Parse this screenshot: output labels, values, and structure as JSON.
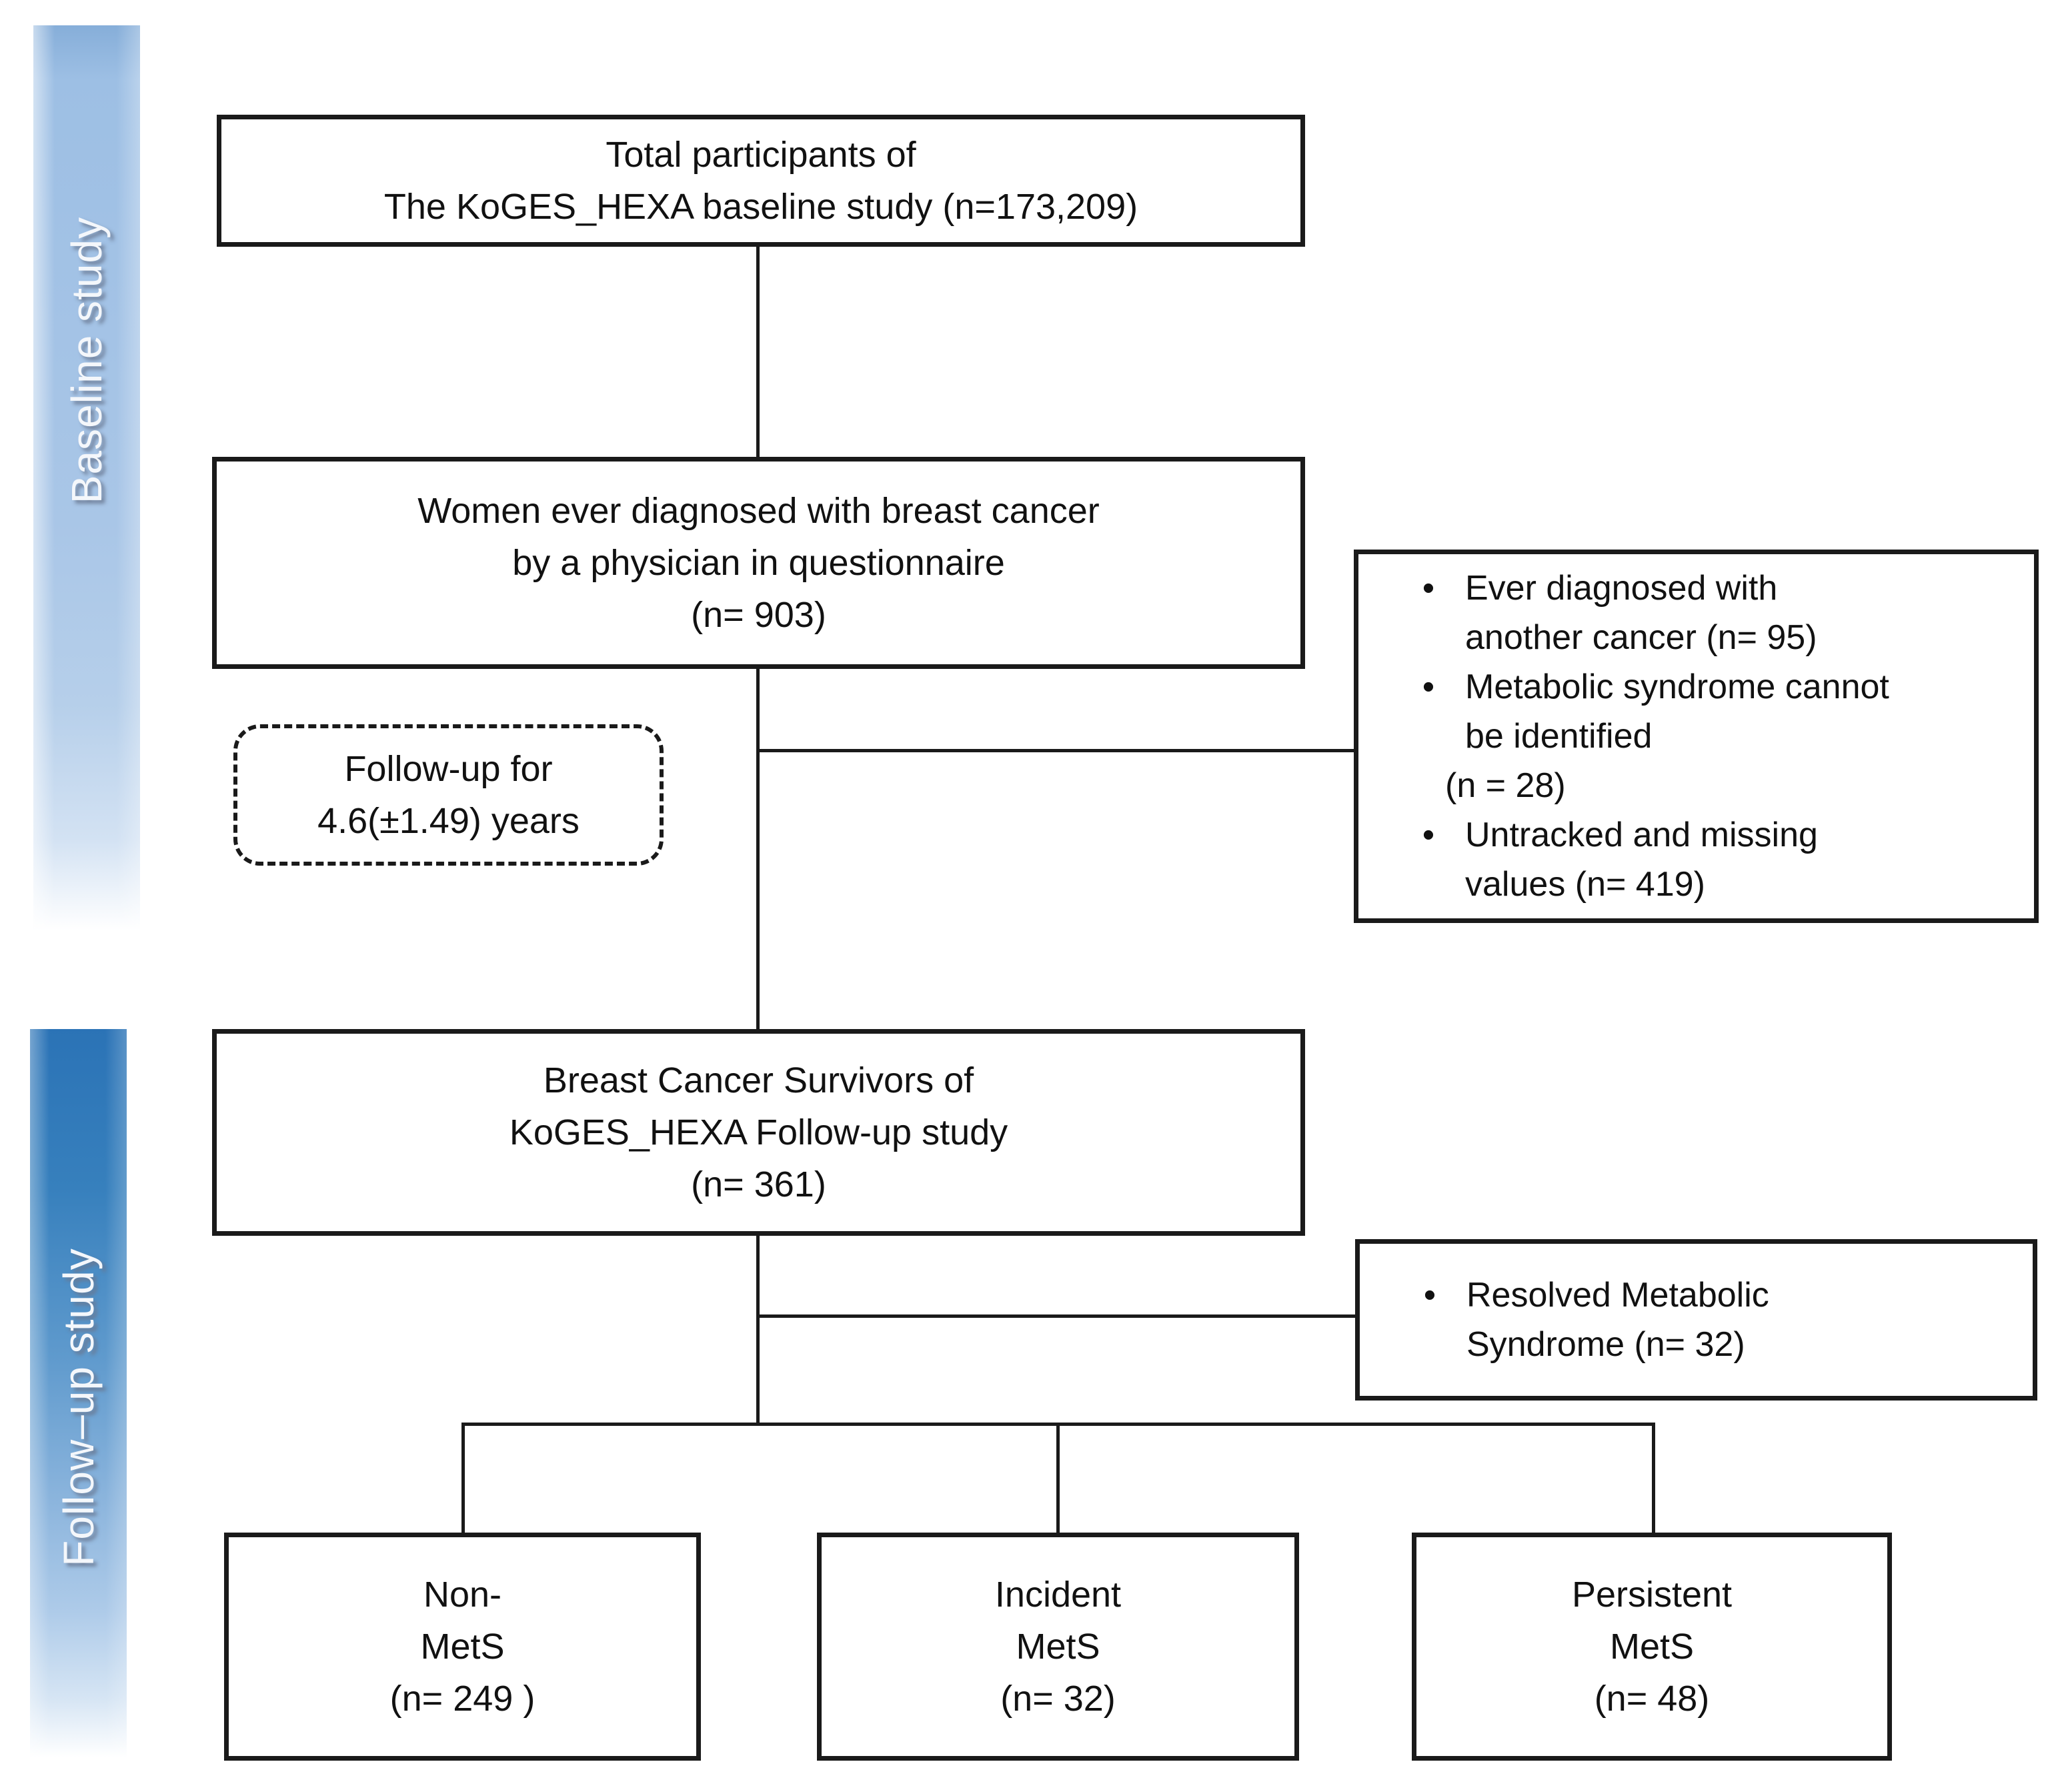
{
  "sidebar": {
    "baseline_label": "Baseline study",
    "followup_label": "Follow–up study"
  },
  "flow": {
    "total_box": {
      "line1": "Total participants of",
      "line2": "The KoGES_HEXA baseline study (n=173,209)"
    },
    "women_box": {
      "line1": "Women ever diagnosed with breast cancer",
      "line2": "by a physician in questionnaire",
      "line3": "(n= 903)"
    },
    "followup_duration_box": {
      "line1": "Follow-up for",
      "line2": "4.6(±1.49) years"
    },
    "survivors_box": {
      "line1": "Breast Cancer Survivors of",
      "line2": "KoGES_HEXA Follow-up study",
      "line3": "(n= 361)"
    },
    "outcome_boxes": [
      {
        "line1": "Non-",
        "line2": "MetS",
        "line3": "(n= 249 )"
      },
      {
        "line1": "Incident",
        "line2": "MetS",
        "line3": "(n= 32)"
      },
      {
        "line1": "Persistent",
        "line2": "MetS",
        "line3": "(n= 48)"
      }
    ]
  },
  "exclusions": {
    "bullet": "•",
    "baseline_exclusion_box": {
      "items": [
        {
          "line1": "Ever diagnosed with",
          "line2": "another cancer (n= 95)"
        },
        {
          "line1": "Metabolic syndrome cannot",
          "line2": "be identified",
          "line3": "(n = 28)"
        },
        {
          "line1": "Untracked and missing",
          "line2": "values (n= 419)"
        }
      ]
    },
    "followup_exclusion_box": {
      "items": [
        {
          "line1": "Resolved Metabolic",
          "line2": "Syndrome (n= 32)"
        }
      ]
    }
  },
  "colors": {
    "box_border": "#1a1a1a",
    "connector": "#1a1a1a",
    "baseline_bar_top": "#86aed9",
    "baseline_bar_main": "#a9c6e7",
    "followup_bar_top": "#2b73b6",
    "followup_bar_main": "#8cb5dd",
    "bar_label_color": "#f4f7fb"
  }
}
